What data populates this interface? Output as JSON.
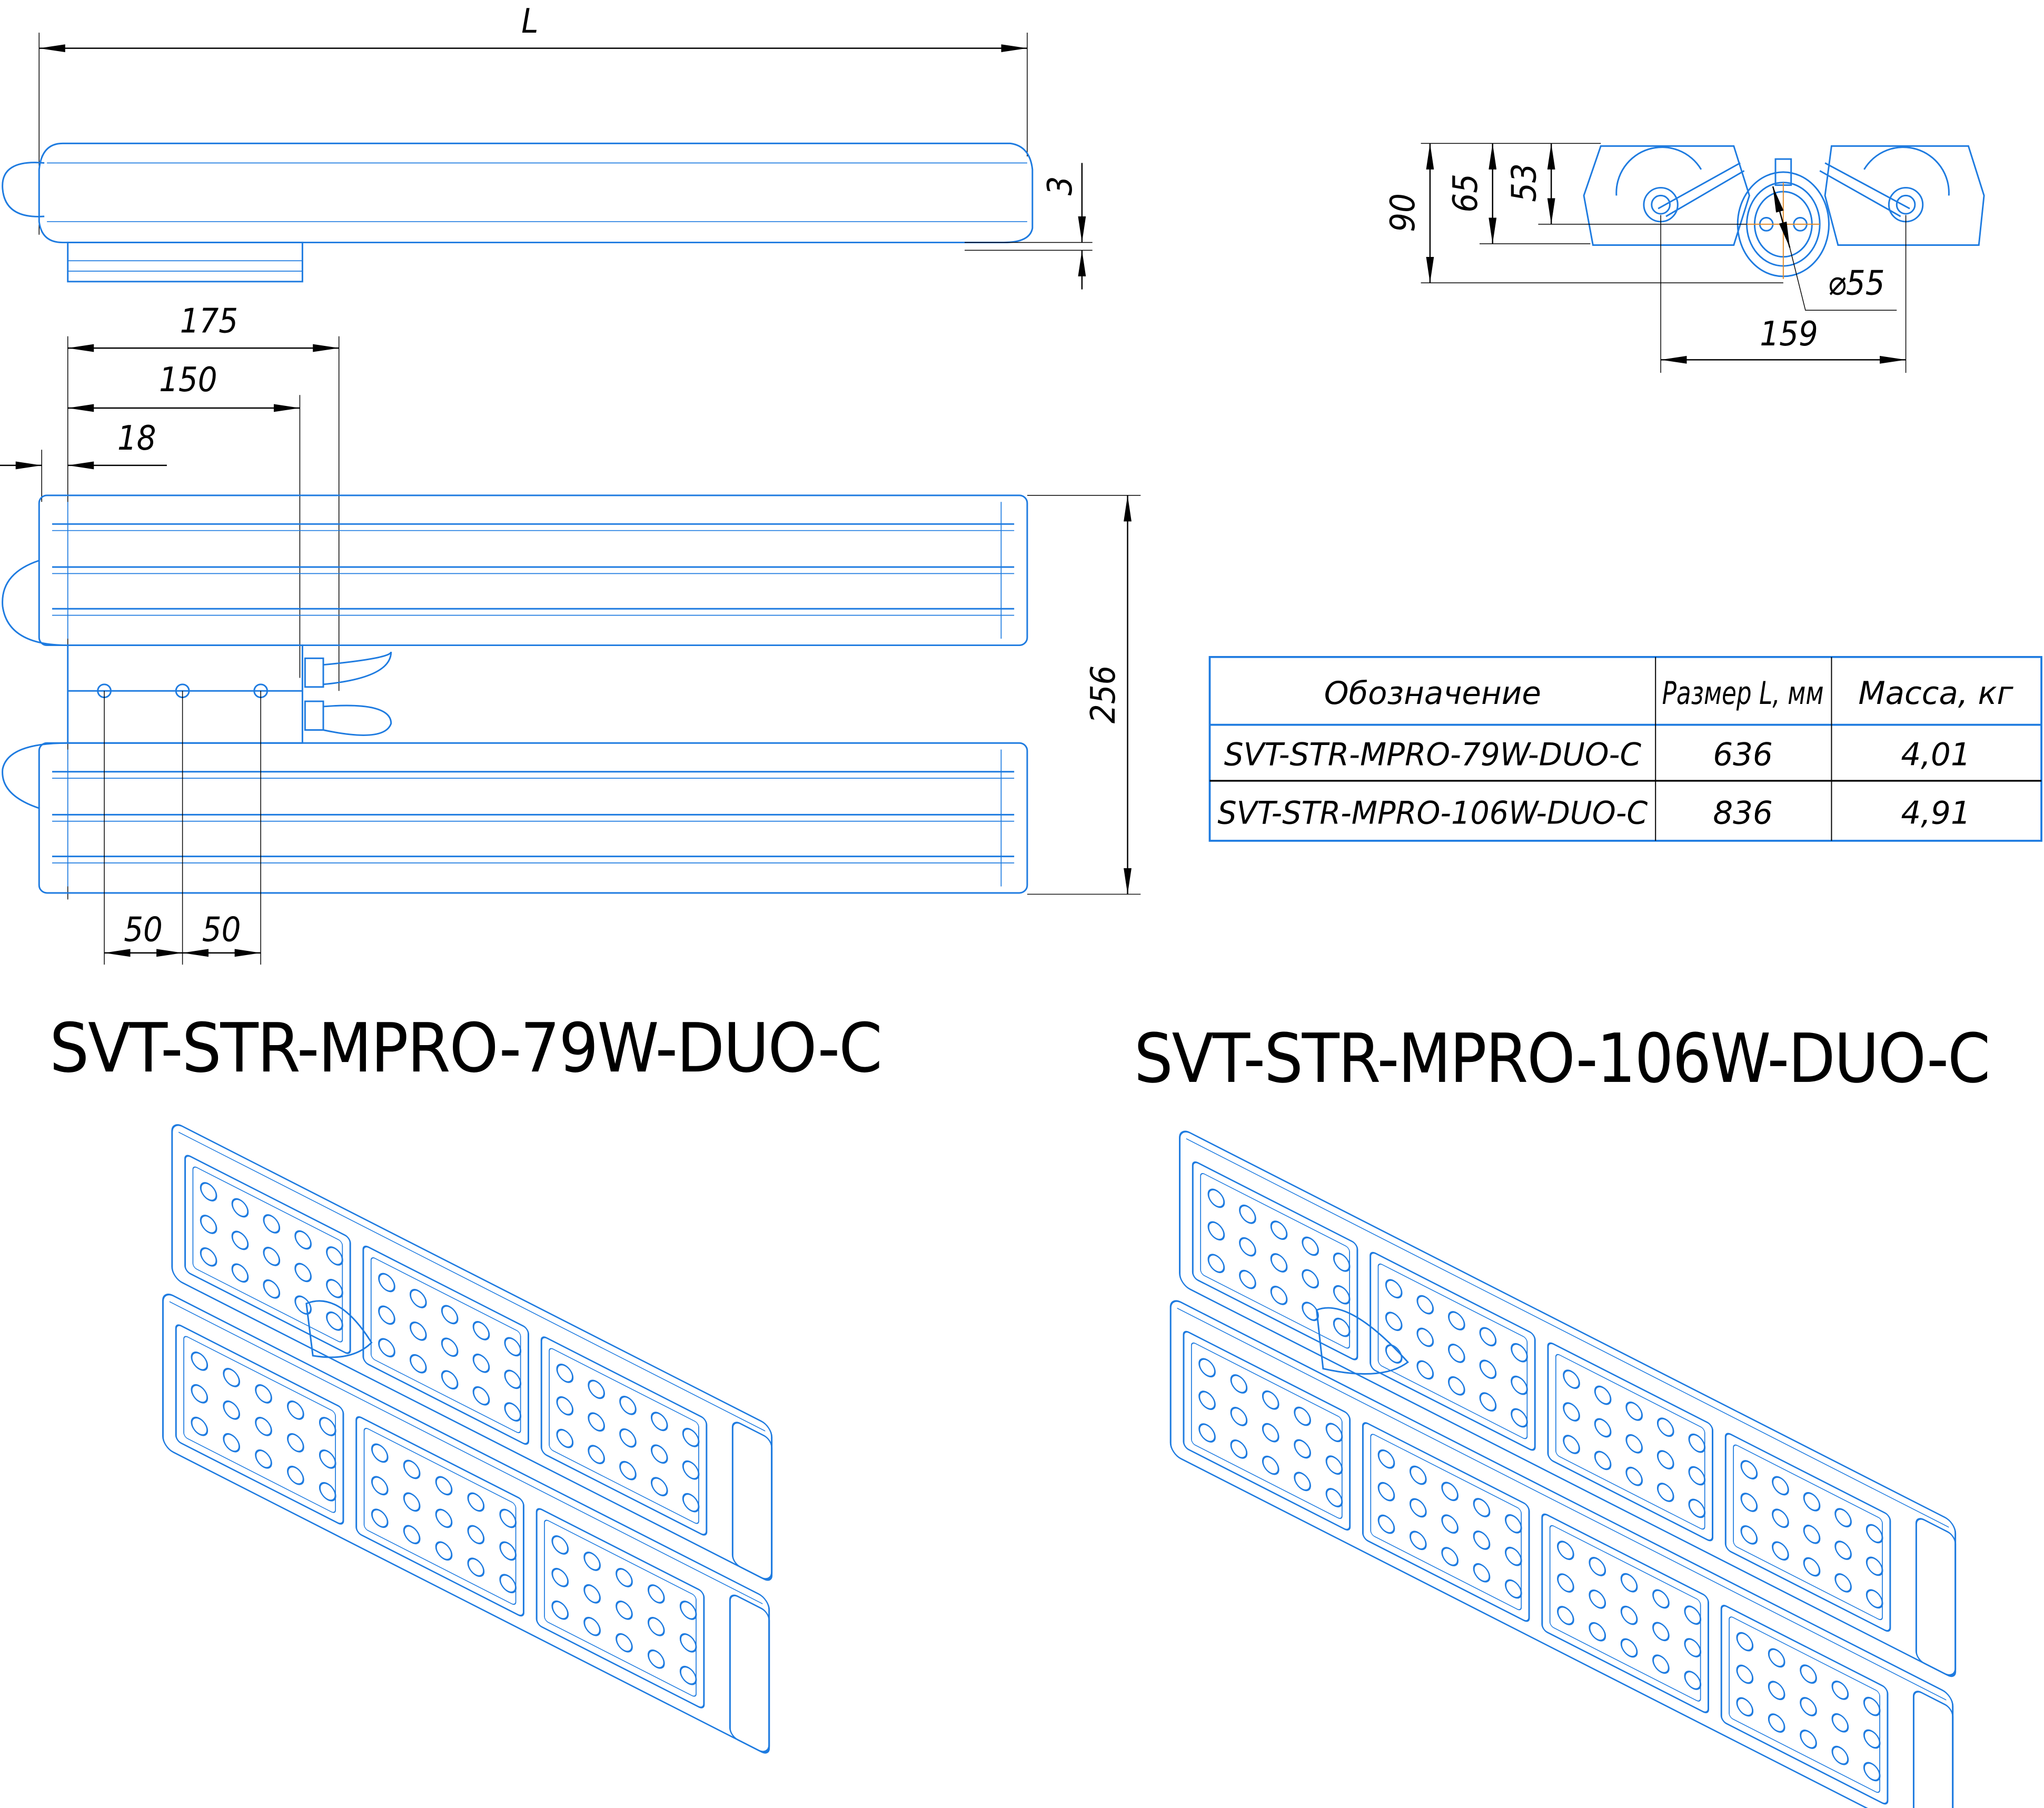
{
  "colors": {
    "line": "#1e7be0",
    "dimension": "#000000",
    "axis": "#e08a2a"
  },
  "side_view": {
    "length_label": "L",
    "offset_label": "3"
  },
  "plan_view": {
    "dim_175": "175",
    "dim_150": "150",
    "dim_18": "18",
    "dim_256": "256",
    "dim_50a": "50",
    "dim_50b": "50"
  },
  "end_view": {
    "dim_90": "90",
    "dim_65": "65",
    "dim_53": "53",
    "dim_diameter": "⌀55",
    "dim_159": "159"
  },
  "table": {
    "headers": [
      "Обозначение",
      "Размер L, мм",
      "Масса, кг"
    ],
    "rows": [
      [
        "SVT-STR-MPRO-79W-DUO-C",
        "636",
        "4,01"
      ],
      [
        "SVT-STR-MPRO-106W-DUO-C",
        "836",
        "4,91"
      ]
    ]
  },
  "titles": {
    "left": "SVT-STR-MPRO-79W-DUO-C",
    "right": "SVT-STR-MPRO-106W-DUO-C"
  }
}
